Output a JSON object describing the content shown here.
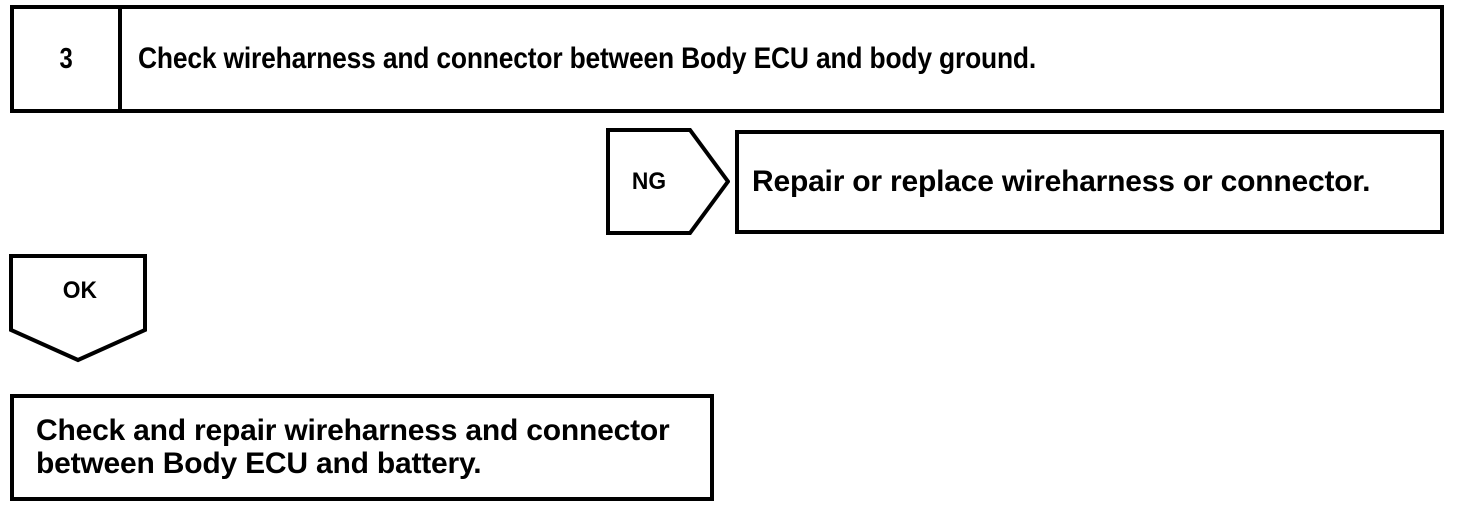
{
  "diagram": {
    "type": "troubleshooting-flowchart",
    "colors": {
      "line": "#000000",
      "background": "#ffffff",
      "text": "#000000"
    },
    "step": {
      "number": "3",
      "instruction": "Check wireharness and connector between Body ECU and body ground."
    },
    "branches": {
      "ng": {
        "label": "NG",
        "shape": "pentagon-right",
        "action": "Repair or replace wireharness or connector."
      },
      "ok": {
        "label": "OK",
        "shape": "pentagon-down",
        "action": "Check and repair wireharness and connector\nbetween Body ECU and battery."
      }
    }
  }
}
